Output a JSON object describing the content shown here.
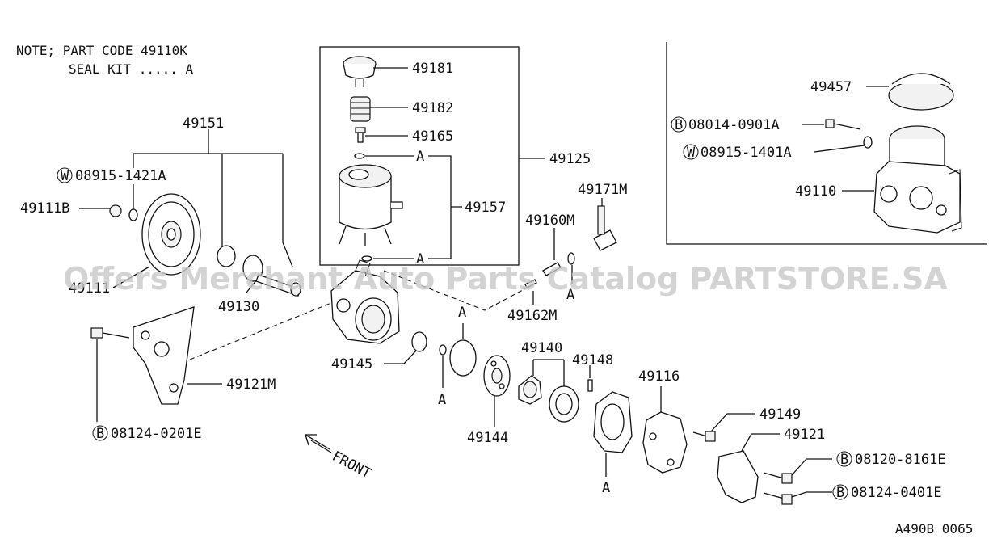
{
  "note": {
    "line1": "NOTE; PART CODE  49110K",
    "line2": "SEAL KIT ..... A"
  },
  "watermark": "Offers Merchant Auto Parts Catalog PARTSTORE.SA",
  "diagram_code": "A490B 0065",
  "front_label": "FRONT",
  "part_labels": {
    "p49151": "49151",
    "p08915_1421a": "08915-1421A",
    "p49111b": "49111B",
    "p49111": "49111",
    "p49130": "49130",
    "p49121m": "49121M",
    "p08124_0201e": "08124-0201E",
    "p49181": "49181",
    "p49182": "49182",
    "p49165": "49165",
    "p49157": "49157",
    "p49125": "49125",
    "p49171m": "49171M",
    "p49160m": "49160M",
    "p49162m": "49162M",
    "p49145": "49145",
    "p49140": "49140",
    "p49148": "49148",
    "p49144": "49144",
    "p49116": "49116",
    "p49149": "49149",
    "p49121": "49121",
    "p08120_8161e": "08120-8161E",
    "p08124_0401e": "08124-0401E",
    "p49457": "49457",
    "p08014_0901a": "08014-0901A",
    "p08915_1401a": "08915-1401A",
    "p49110": "49110"
  },
  "seal_markers": {
    "a_reservoir_top": "A",
    "a_reservoir_bottom": "A",
    "a_valve": "A",
    "a_oring_left": "A",
    "a_oring_right": "A",
    "a_gasket": "A"
  },
  "prefix_symbols": {
    "washer": "W",
    "bolt": "B"
  }
}
